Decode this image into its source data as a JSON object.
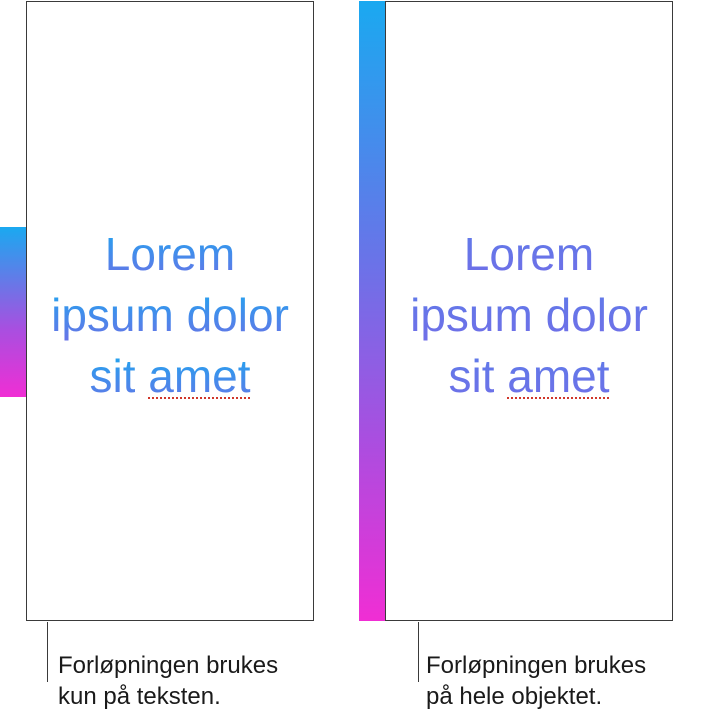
{
  "left": {
    "lines": [
      "Lorem",
      "ipsum dolor",
      "sit"
    ],
    "misspelled_word": "amet",
    "caption_line1": "Forløpningen brukes",
    "caption_line2": "kun på teksten."
  },
  "right": {
    "lines": [
      "Lorem",
      "ipsum dolor",
      "sit"
    ],
    "misspelled_word": "amet",
    "caption_line1": "Forløpningen brukes",
    "caption_line2": "på hele objektet."
  },
  "colors": {
    "gradient_start": "#1aa9f0",
    "gradient_mid": "#a84fe0",
    "gradient_end": "#f02ed4",
    "spellcheck_underline": "#d0372b",
    "border": "#3a3a3a"
  }
}
